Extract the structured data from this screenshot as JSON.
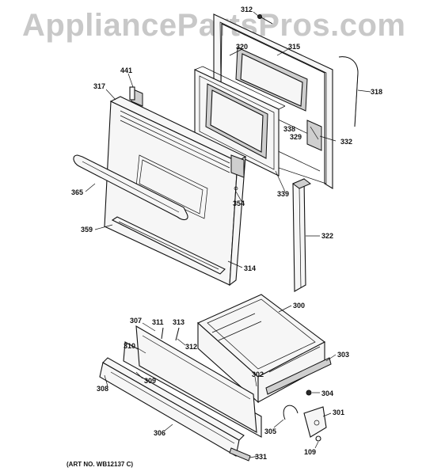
{
  "watermark": "AppliancePartsPros.com",
  "art_number": "(ART NO. WB12137 C)",
  "callouts": [
    {
      "id": "312a",
      "label": "312"
    },
    {
      "id": "320",
      "label": "320"
    },
    {
      "id": "315",
      "label": "315"
    },
    {
      "id": "441",
      "label": "441"
    },
    {
      "id": "317",
      "label": "317"
    },
    {
      "id": "318",
      "label": "318"
    },
    {
      "id": "338",
      "label": "338"
    },
    {
      "id": "329",
      "label": "329"
    },
    {
      "id": "332",
      "label": "332"
    },
    {
      "id": "365",
      "label": "365"
    },
    {
      "id": "354",
      "label": "354"
    },
    {
      "id": "339",
      "label": "339"
    },
    {
      "id": "359",
      "label": "359"
    },
    {
      "id": "322",
      "label": "322"
    },
    {
      "id": "314",
      "label": "314"
    },
    {
      "id": "300",
      "label": "300"
    },
    {
      "id": "307",
      "label": "307"
    },
    {
      "id": "311",
      "label": "311"
    },
    {
      "id": "313",
      "label": "313"
    },
    {
      "id": "312b",
      "label": "312"
    },
    {
      "id": "310",
      "label": "310"
    },
    {
      "id": "303",
      "label": "303"
    },
    {
      "id": "302",
      "label": "302"
    },
    {
      "id": "309",
      "label": "309"
    },
    {
      "id": "308",
      "label": "308"
    },
    {
      "id": "304",
      "label": "304"
    },
    {
      "id": "301",
      "label": "301"
    },
    {
      "id": "305",
      "label": "305"
    },
    {
      "id": "306",
      "label": "306"
    },
    {
      "id": "109",
      "label": "109"
    },
    {
      "id": "331",
      "label": "331"
    }
  ]
}
